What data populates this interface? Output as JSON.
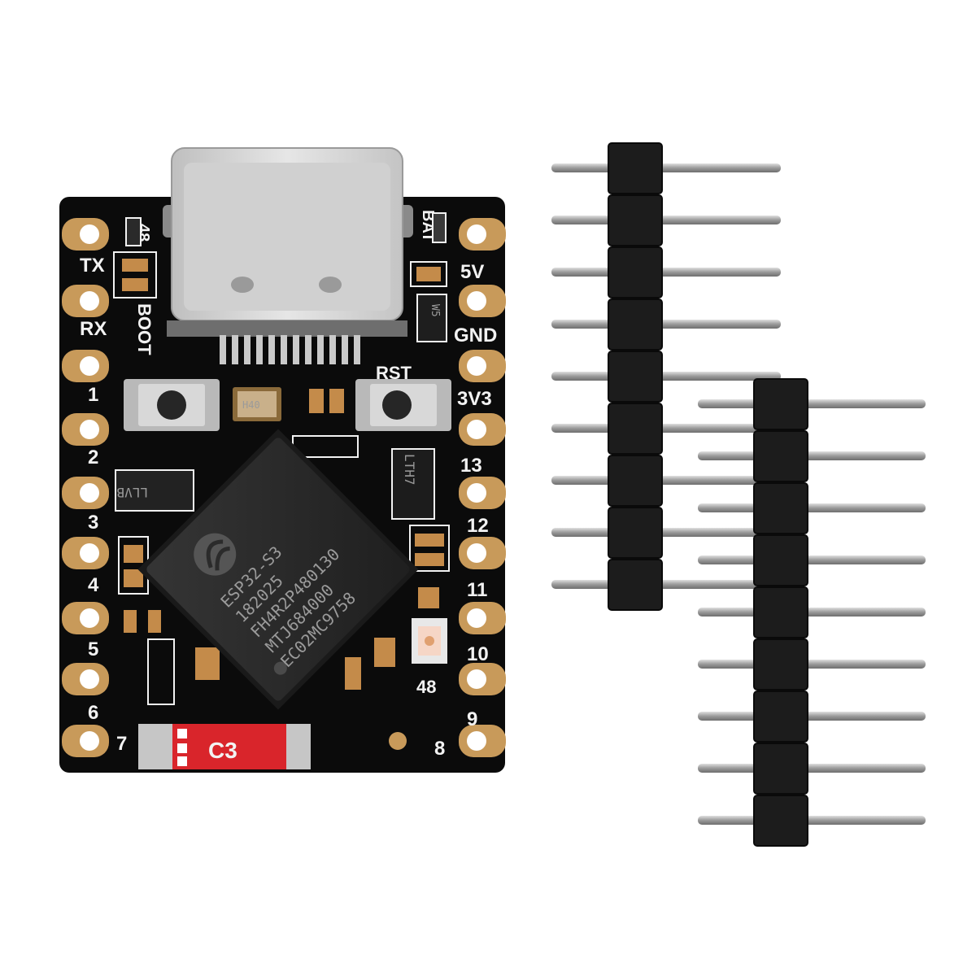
{
  "colors": {
    "pcb": "#0b0b0b",
    "pad_gold": "#c89a5a",
    "silkscreen": "#f2f2f2",
    "chip": "#2b2b2b",
    "antenna_red": "#d9252b",
    "header_plastic": "#1c1c1c",
    "pin_metal": "#b8b8b8",
    "usb_metal": "#d4d4d4"
  },
  "board": {
    "left_labels": [
      "TX",
      "RX",
      "1",
      "2",
      "3",
      "4",
      "5",
      "6",
      "7"
    ],
    "right_labels": [
      "5V",
      "GND",
      "3V3",
      "13",
      "12",
      "11",
      "10",
      "9",
      "8"
    ],
    "top_left_label": "48",
    "top_right_label": "BAT",
    "boot_label": "BOOT",
    "rst_label": "RST",
    "led_label": "48",
    "antenna_label": "C3",
    "crystal_text": "H40",
    "regulator_text": "LLVB",
    "ic_text": "LTH7",
    "diode_text": "W5",
    "chip": {
      "line1": "ESP32-S3",
      "line2": "182025",
      "line3": "FH4R2P480130",
      "line4": "MTJ684000",
      "line5": "EC02MC9758"
    }
  },
  "headers": [
    {
      "name": "pin-header-1",
      "pins": 9
    },
    {
      "name": "pin-header-2",
      "pins": 9
    }
  ]
}
